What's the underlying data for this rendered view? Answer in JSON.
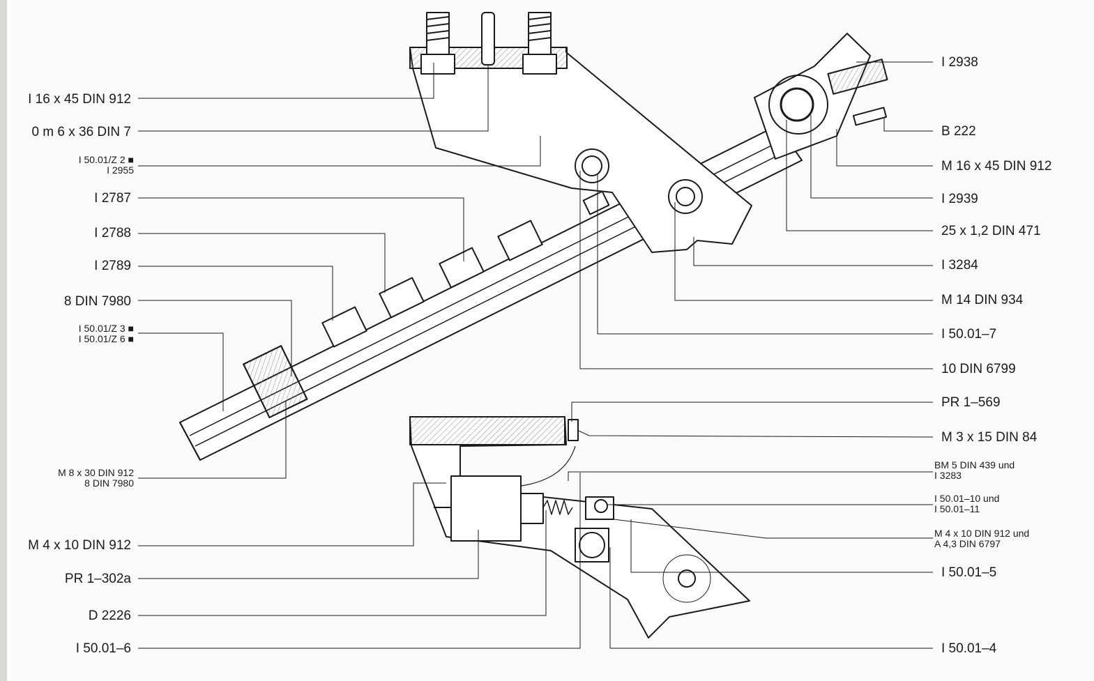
{
  "labels_left": {
    "m16x45": "Ι 16 x 45  DIN 912",
    "pin": "0  m  6 x 36  DIN 7",
    "z2": "I 50.01/Z 2 ■",
    "i2955": "I 2955",
    "i2787": "I  2787",
    "i2788": "I  2788",
    "i2789": "I  2789",
    "din7980": "8  DIN 7980",
    "z3": "I 50.01/Z 3 ■",
    "z6": "I 50.01/Z 6 ■",
    "m8": "M 8 x 30  DIN 912",
    "din7980b": "8  DIN 7980",
    "m4": "M  4 x 10  DIN 912",
    "pr302": "PR  1–302a",
    "d2226": "D  2226",
    "i5001_6": "I  50.01–6"
  },
  "labels_right": {
    "i2938": "I  2938",
    "b222": "B  222",
    "m16": "M  16 x 45  DIN 912",
    "i2939": "I  2939",
    "din471": "25 x 1,2  DIN 471",
    "i3284": "I  3284",
    "m14": "M 14 DIN 934",
    "i5001_7": "I  50.01–7",
    "din6799": "10  DIN 6799",
    "pr569": "PR  1–569",
    "m3": "M  3 x 15  DIN 84",
    "bm5a": "BM 5  DIN 439  und",
    "bm5b": "I  3283",
    "i10a": "I  50.01–10  und",
    "i10b": "I  50.01–11",
    "m4a": "M  4 x 10  DIN 912  und",
    "m4b": "A  4,3  DIN 6797",
    "i5001_5": "I  50.01–5",
    "i5001_4": "I  50.01–4"
  },
  "colors": {
    "ink": "#1a1a1a",
    "hatch": "#8a8a8a",
    "paper": "#fbfbf9"
  }
}
